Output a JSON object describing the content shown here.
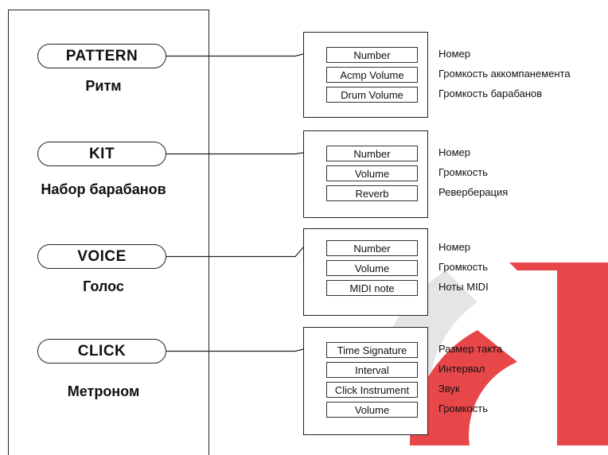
{
  "colors": {
    "watermark_red": "#e8474a",
    "watermark_gray": "#e5e5e5",
    "line": "#222222"
  },
  "groups": [
    {
      "title": "PATTERN",
      "subtitle": "Ритм",
      "fields": [
        {
          "label": "Number",
          "desc": "Номер"
        },
        {
          "label": "Acmp Volume",
          "desc": "Громкость аккомпанемента"
        },
        {
          "label": "Drum Volume",
          "desc": "Громкость барабанов"
        }
      ]
    },
    {
      "title": "KIT",
      "subtitle": "Набор барабанов",
      "fields": [
        {
          "label": "Number",
          "desc": "Номер"
        },
        {
          "label": "Volume",
          "desc": "Громкость"
        },
        {
          "label": "Reverb",
          "desc": "Реверберация"
        }
      ]
    },
    {
      "title": "VOICE",
      "subtitle": "Голос",
      "fields": [
        {
          "label": "Number",
          "desc": "Номер"
        },
        {
          "label": "Volume",
          "desc": "Громкость"
        },
        {
          "label": "MIDI note",
          "desc": "Ноты MIDI"
        }
      ]
    },
    {
      "title": "CLICK",
      "subtitle": "Метроном",
      "fields": [
        {
          "label": "Time Signature",
          "desc": "Размер такта"
        },
        {
          "label": "Interval",
          "desc": "Интервал"
        },
        {
          "label": "Click Instrument",
          "desc": "Звук"
        },
        {
          "label": "Volume",
          "desc": "Громкость"
        }
      ]
    }
  ]
}
